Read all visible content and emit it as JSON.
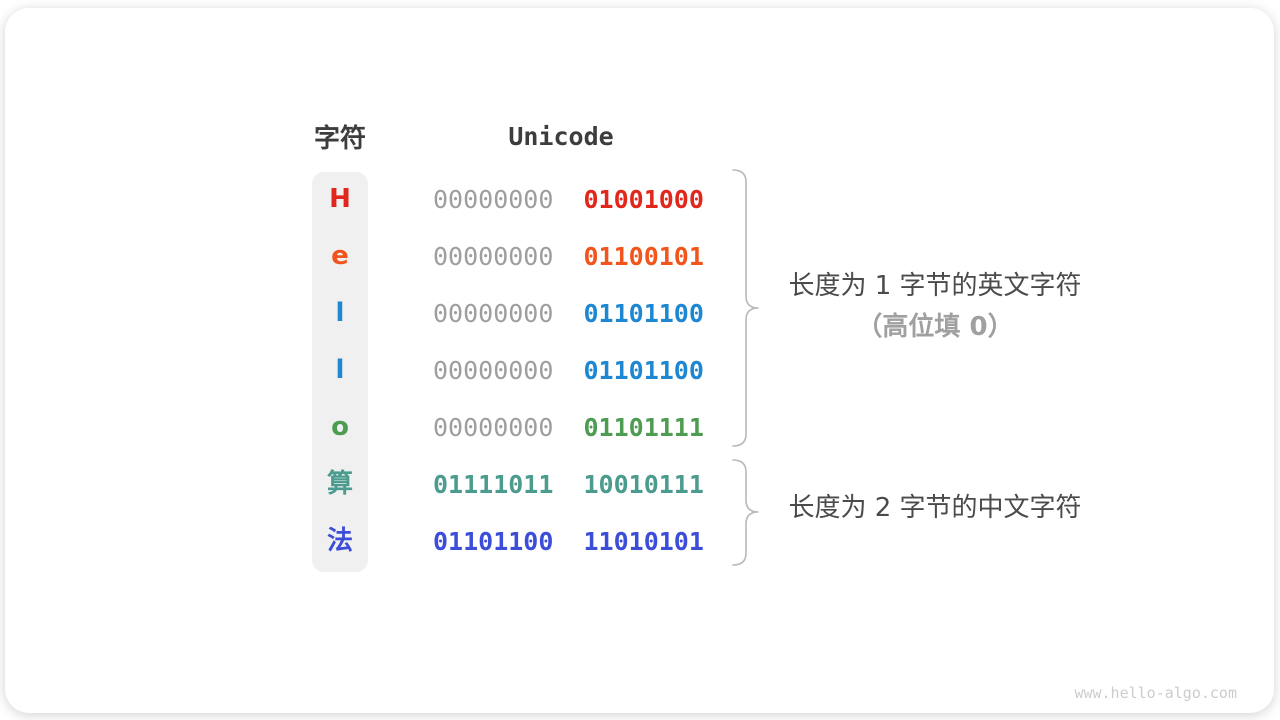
{
  "table": {
    "headers": {
      "char": "字符",
      "unicode": "Unicode"
    },
    "header_color": "#3d3d3d",
    "char_column_bg": "#f0f0f0",
    "rows": [
      {
        "char": "H",
        "char_color": "#e1261b",
        "byte1": "00000000",
        "byte1_color": "#9e9e9e",
        "byte1_weight": "400",
        "byte2": "01001000",
        "byte2_color": "#e1261b",
        "byte2_weight": "700"
      },
      {
        "char": "e",
        "char_color": "#f2551b",
        "byte1": "00000000",
        "byte1_color": "#9e9e9e",
        "byte1_weight": "400",
        "byte2": "01100101",
        "byte2_color": "#f2551b",
        "byte2_weight": "700"
      },
      {
        "char": "l",
        "char_color": "#1e87d2",
        "byte1": "00000000",
        "byte1_color": "#9e9e9e",
        "byte1_weight": "400",
        "byte2": "01101100",
        "byte2_color": "#1e87d2",
        "byte2_weight": "700"
      },
      {
        "char": "l",
        "char_color": "#1e87d2",
        "byte1": "00000000",
        "byte1_color": "#9e9e9e",
        "byte1_weight": "400",
        "byte2": "01101100",
        "byte2_color": "#1e87d2",
        "byte2_weight": "700"
      },
      {
        "char": "o",
        "char_color": "#4d9c51",
        "byte1": "00000000",
        "byte1_color": "#9e9e9e",
        "byte1_weight": "400",
        "byte2": "01101111",
        "byte2_color": "#4d9c51",
        "byte2_weight": "700"
      },
      {
        "char": "算",
        "char_color": "#4b9b8e",
        "byte1": "01111011",
        "byte1_color": "#4b9b8e",
        "byte1_weight": "700",
        "byte2": "10010111",
        "byte2_color": "#4b9b8e",
        "byte2_weight": "700"
      },
      {
        "char": "法",
        "char_color": "#3c4ed9",
        "byte1": "01101100",
        "byte1_color": "#3c4ed9",
        "byte1_weight": "700",
        "byte2": "11010101",
        "byte2_color": "#3c4ed9",
        "byte2_weight": "700"
      }
    ]
  },
  "annotations": [
    {
      "line1": "长度为 1 字节的英文字符",
      "line1_color": "#4b4b4b",
      "line2": "（高位填 0）",
      "line2_color": "#a0a0a0"
    },
    {
      "line1": "长度为 2 字节的中文字符",
      "line1_color": "#4b4b4b"
    }
  ],
  "brace_color": "#b8b8b8",
  "watermark": {
    "text": "www.hello-algo.com",
    "color": "#cccccc"
  }
}
